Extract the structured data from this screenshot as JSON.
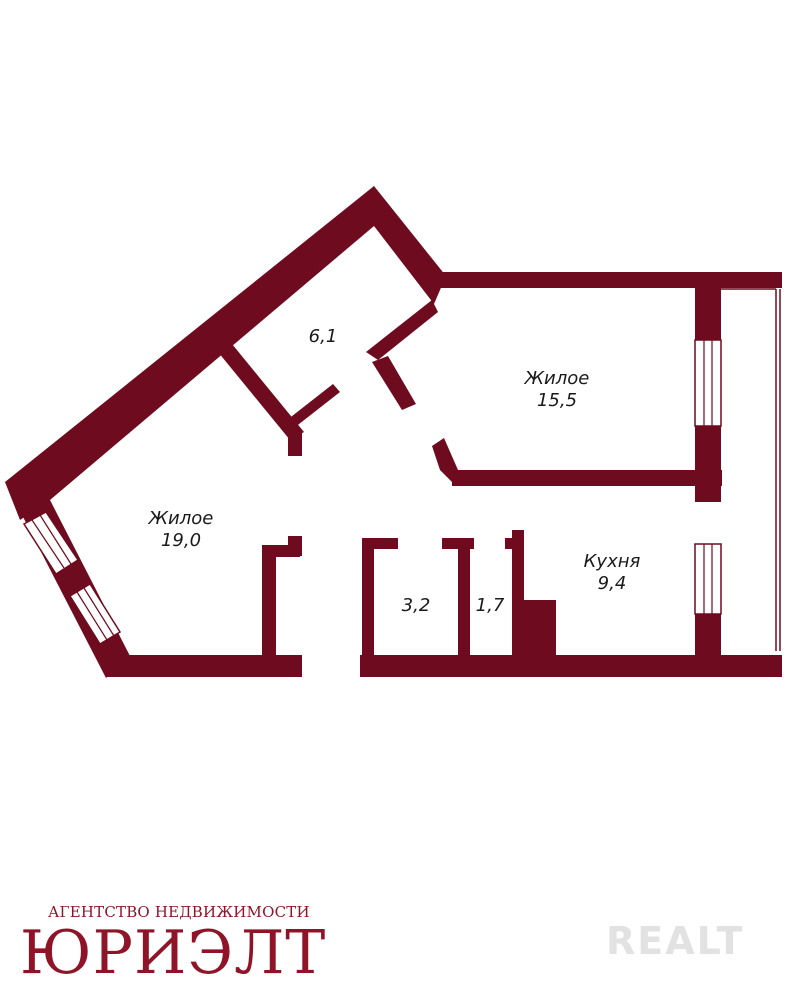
{
  "colors": {
    "wall": "#6e0b1e",
    "logo": "#8f1428",
    "window": "#ffffff"
  },
  "rooms": [
    {
      "id": "hall",
      "area": "6,1"
    },
    {
      "id": "living-right",
      "type": "Жилое",
      "area": "15,5"
    },
    {
      "id": "living-left",
      "type": "Жилое",
      "area": "19,0"
    },
    {
      "id": "storage",
      "area": "3,2"
    },
    {
      "id": "bathroom",
      "area": "1,7"
    },
    {
      "id": "kitchen",
      "type": "Кухня",
      "area": "9,4"
    }
  ],
  "agency": {
    "tagline": "АГЕНТСТВО НЕДВИЖИМОСТИ",
    "name": "ЮРИЭЛТ"
  },
  "watermark": "REALT"
}
